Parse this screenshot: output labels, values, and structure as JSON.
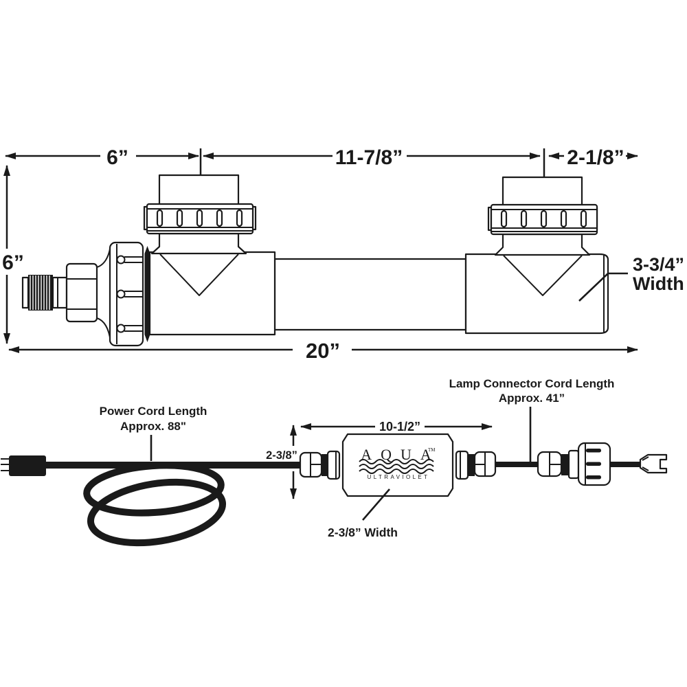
{
  "title": "Aqua Ultraviolet UV unit dimension diagram",
  "colors": {
    "ink": "#1a1a1a",
    "background": "#ffffff"
  },
  "unit_diagram": {
    "dim_top_left": "6”",
    "dim_top_center": "11-7/8”",
    "dim_top_right": "2-1/8”",
    "dim_left_height": "6”",
    "dim_overall_length": "20”",
    "width_label_line1": "3-3/4”",
    "width_label_line2": "Width"
  },
  "cord_diagram": {
    "power_cord_label_line1": "Power Cord Length",
    "power_cord_label_line2": "Approx. 88\"",
    "lamp_cord_label_line1": "Lamp Connector Cord Length",
    "lamp_cord_label_line2": "Approx. 41”",
    "dim_ballast_length": "10-1/2”",
    "dim_ballast_height": "2-3/8”",
    "ballast_width_label": "2-3/8” Width",
    "ballast_logo": {
      "brand": "AQUA",
      "trademark": "TM",
      "subtext": "ULTRAVIOLET"
    }
  }
}
